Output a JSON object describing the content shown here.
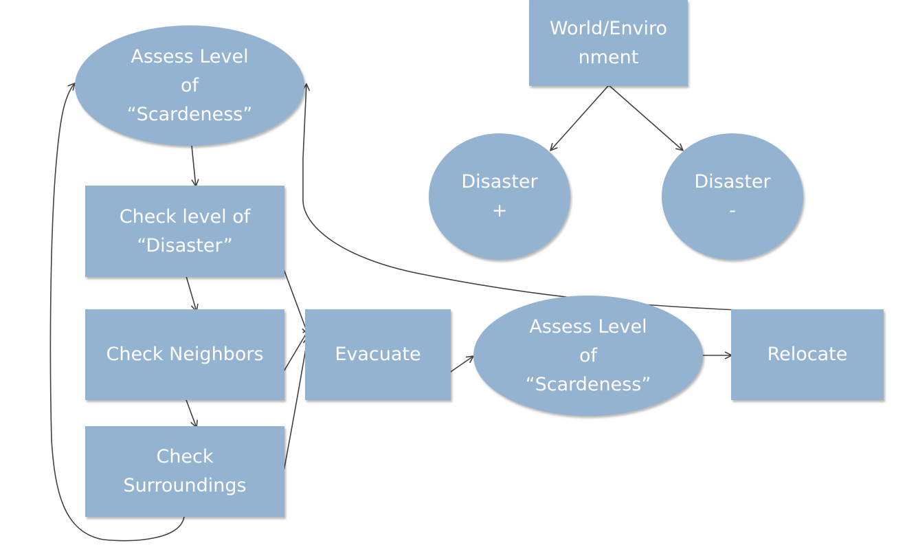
{
  "diagram": {
    "colors": {
      "fill": "#93b3d1",
      "edge": "#404040",
      "text": "#ffffff"
    },
    "nodes": {
      "assess_top": "Assess Level\nof\n“Scardeness”",
      "check_disaster": "Check level of\n“Disaster”",
      "check_neighbors": "Check Neighbors",
      "check_surroundings": "Check\nSurroundings",
      "evacuate": "Evacuate",
      "assess_mid": "Assess Level\nof\n“Scardeness”",
      "relocate": "Relocate",
      "world": "World/Enviro\nnment",
      "disaster_plus": "Disaster\n+",
      "disaster_minus": "Disaster\n-"
    }
  }
}
